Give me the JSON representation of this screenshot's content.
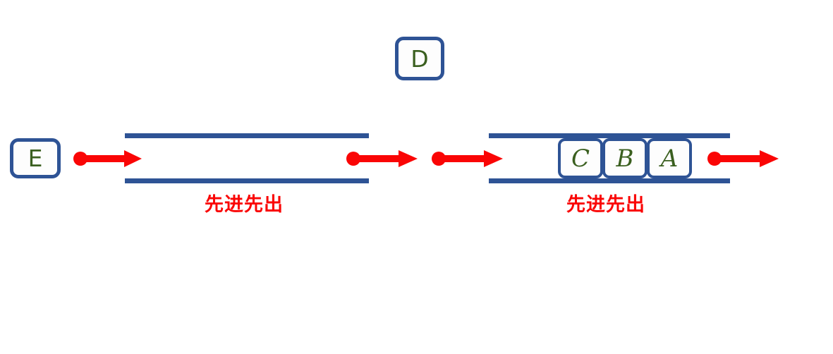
{
  "diagram": {
    "title": "FIFO queue transfer diagram",
    "colors": {
      "structure_blue": "#2E5395",
      "letter_green": "#3A5F1F",
      "arrow_red": "#FA0505",
      "cell_fill": "#FDFDFD",
      "background": "#FFFFFF"
    },
    "floating_element": {
      "label": "D"
    },
    "incoming_element": {
      "label": "E"
    },
    "queues": [
      {
        "name": "left-queue",
        "caption": "先进先出",
        "cells": []
      },
      {
        "name": "right-queue",
        "caption": "先进先出",
        "cells": [
          {
            "label": "C"
          },
          {
            "label": "B"
          },
          {
            "label": "A"
          }
        ]
      }
    ],
    "arrows": [
      {
        "name": "arrow-enqueue-left",
        "direction": "right",
        "has_start_dot": true
      },
      {
        "name": "arrow-dequeue-left",
        "direction": "right",
        "has_start_dot": true
      },
      {
        "name": "arrow-enqueue-right",
        "direction": "right",
        "has_start_dot": true
      },
      {
        "name": "arrow-dequeue-right",
        "direction": "right",
        "has_start_dot": true
      }
    ]
  }
}
